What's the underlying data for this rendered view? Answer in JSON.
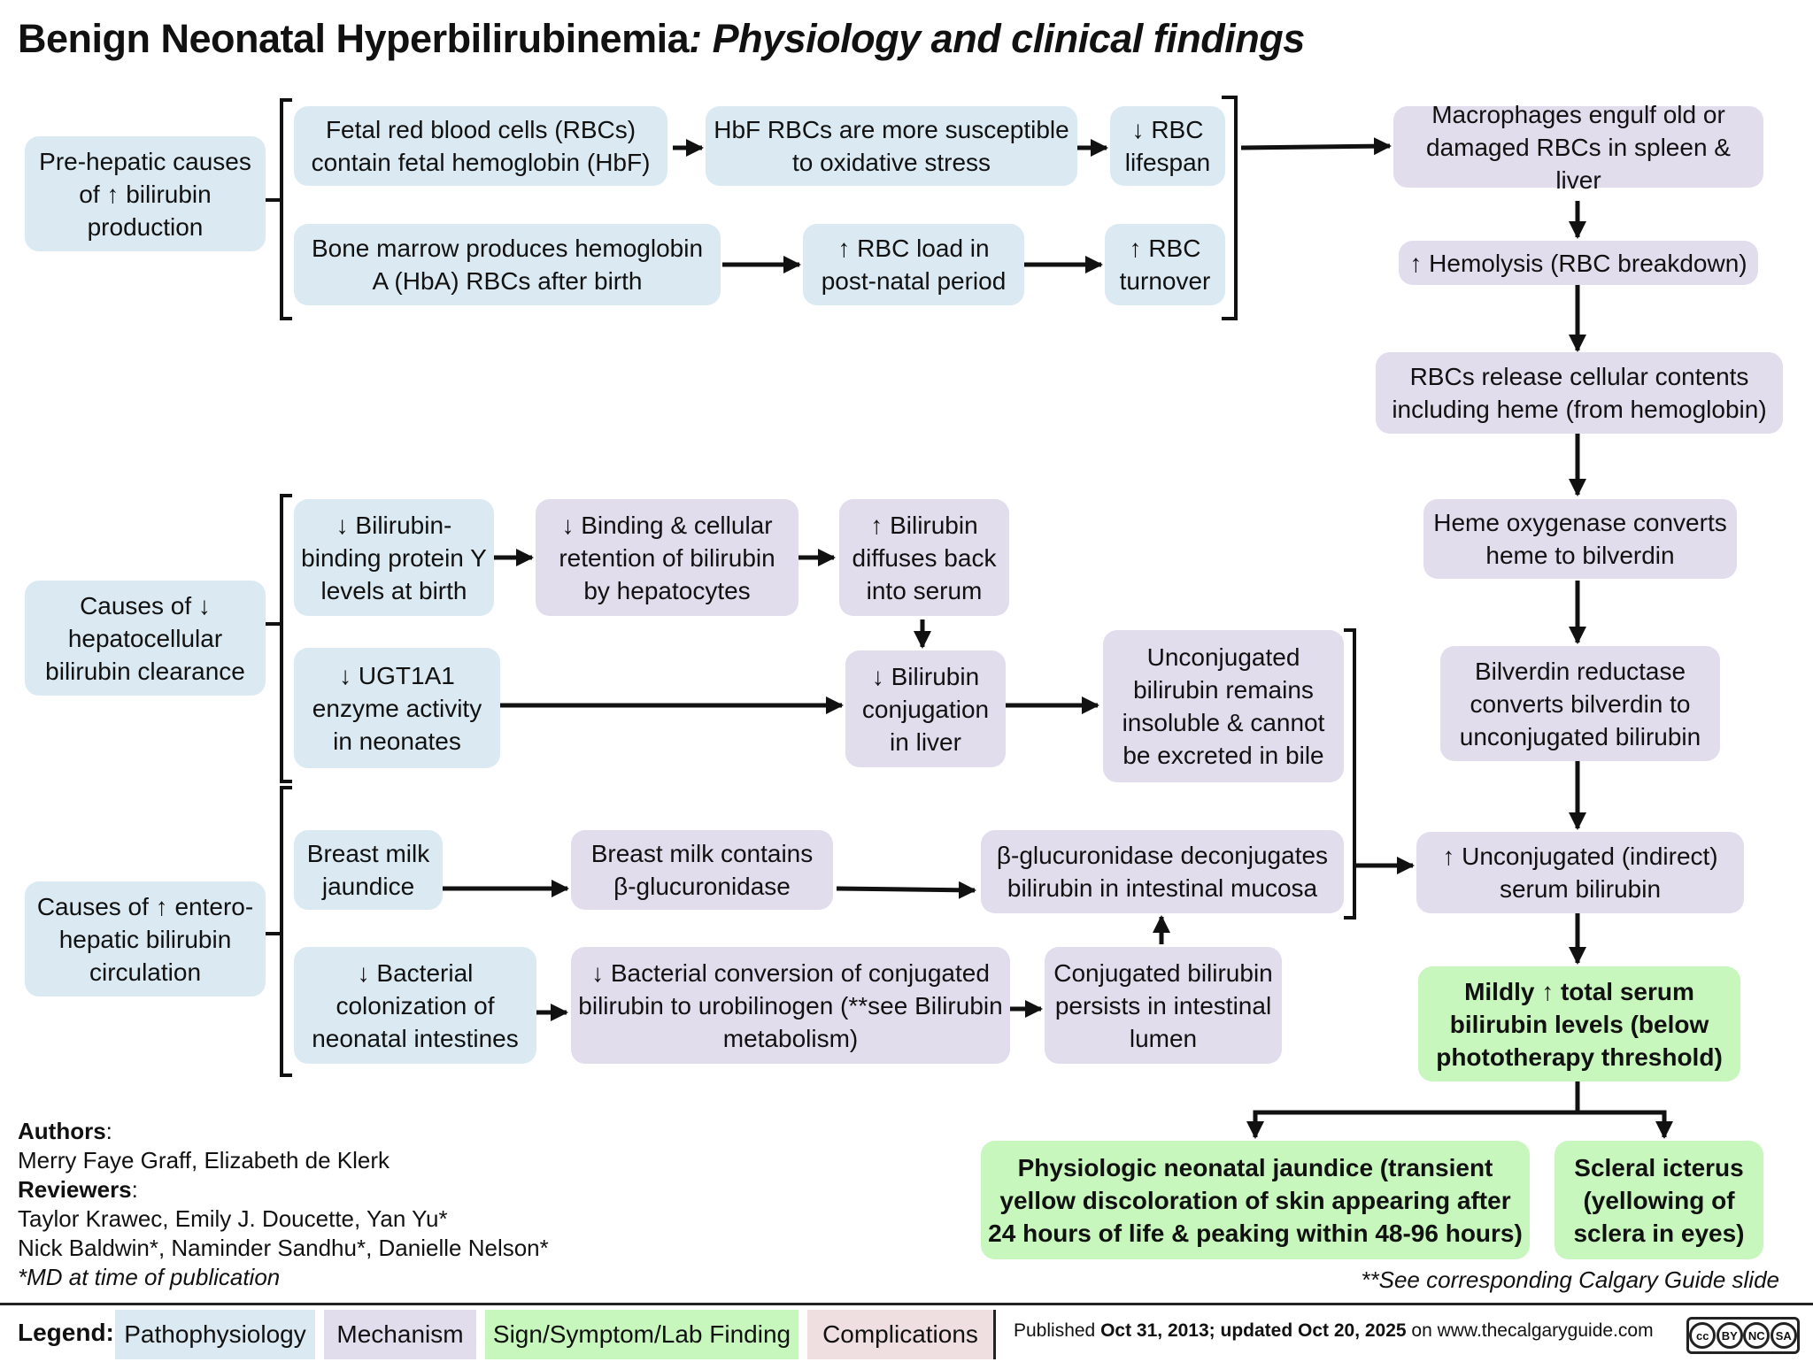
{
  "title": {
    "main": "Benign Neonatal Hyperbilirubinemia",
    "sub": ": Physiology and clinical findings"
  },
  "causes": {
    "prehepatic": "Pre-hepatic causes of ↑ bilirubin production",
    "hepatocellular": "Causes of ↓ hepatocellular bilirubin clearance",
    "enterohepatic": "Causes of ↑ entero-hepatic bilirubin circulation"
  },
  "prehepatic": {
    "fetal_rbc": "Fetal red blood cells (RBCs) contain fetal hemoglobin (HbF)",
    "hbf_stress": "HbF RBCs are more susceptible to oxidative stress",
    "rbc_lifespan": "↓ RBC lifespan",
    "marrow_hba": "Bone marrow produces hemoglobin A (HbA) RBCs after birth",
    "rbc_load": "↑ RBC load in post-natal period",
    "rbc_turnover": "↑ RBC turnover"
  },
  "hepatocellular": {
    "protein_y": "↓ Bilirubin-binding protein Y levels at birth",
    "binding_retention": "↓ Binding & cellular retention of bilirubin by hepatocytes",
    "diffuses_back": "↑ Bilirubin diffuses back into serum",
    "ugt1a1": "↓ UGT1A1 enzyme activity in neonates",
    "conjugation": "↓ Bilirubin conjugation in liver",
    "unconjugated_insoluble": "Unconjugated bilirubin remains insoluble & cannot be excreted in bile"
  },
  "enterohepatic": {
    "breast_milk_jaundice": "Breast milk jaundice",
    "breast_milk_contains": "Breast milk contains β-glucuronidase",
    "deconjugates": "β-glucuronidase deconjugates bilirubin in intestinal mucosa",
    "bacterial_colonization": "↓ Bacterial colonization of neonatal intestines",
    "bacterial_conversion": "↓ Bacterial conversion of conjugated bilirubin to urobilinogen (**see Bilirubin metabolism)",
    "conjugated_persists": "Conjugated bilirubin persists in intestinal lumen"
  },
  "pathway": {
    "macrophages": "Macrophages engulf old or damaged RBCs in spleen & liver",
    "hemolysis": "↑ Hemolysis (RBC breakdown)",
    "release_heme": "RBCs release cellular contents including heme (from hemoglobin)",
    "heme_oxygenase": "Heme oxygenase converts heme to bilverdin",
    "bilverdin_reductase": "Bilverdin reductase converts bilverdin to unconjugated bilirubin",
    "unconjugated_serum": "↑ Unconjugated (indirect) serum bilirubin",
    "mildly_total": "Mildly ↑ total serum bilirubin levels (below phototherapy threshold)",
    "physiologic_jaundice": "Physiologic neonatal jaundice (transient yellow discoloration of skin appearing after 24 hours of life & peaking within 48-96 hours)",
    "scleral_icterus": "Scleral icterus (yellowing of sclera in eyes)"
  },
  "credits": {
    "authors_label": "Authors",
    "authors": "Merry Faye Graff, Elizabeth de Klerk",
    "reviewers_label": "Reviewers",
    "reviewers_line1": "Taylor Krawec, Emily J. Doucette, Yan Yu*",
    "reviewers_line2": "Nick Baldwin*, Naminder Sandhu*, Danielle Nelson*",
    "md_note": "*MD at time of publication"
  },
  "footnote": "**See corresponding Calgary Guide slide",
  "legend": {
    "label": "Legend:",
    "items": [
      "Pathophysiology",
      "Mechanism",
      "Sign/Symptom/Lab Finding",
      "Complications"
    ],
    "colors": [
      "#dbeaf2",
      "#e2dded",
      "#c7f7bd",
      "#efdfe1"
    ]
  },
  "published": {
    "prefix": "Published ",
    "dates": "Oct 31, 2013; updated Oct 20, 2025",
    "suffix": " on www.thecalgaryguide.com"
  },
  "license": {
    "badge": [
      "cc",
      "BY",
      "NC",
      "SA"
    ]
  }
}
